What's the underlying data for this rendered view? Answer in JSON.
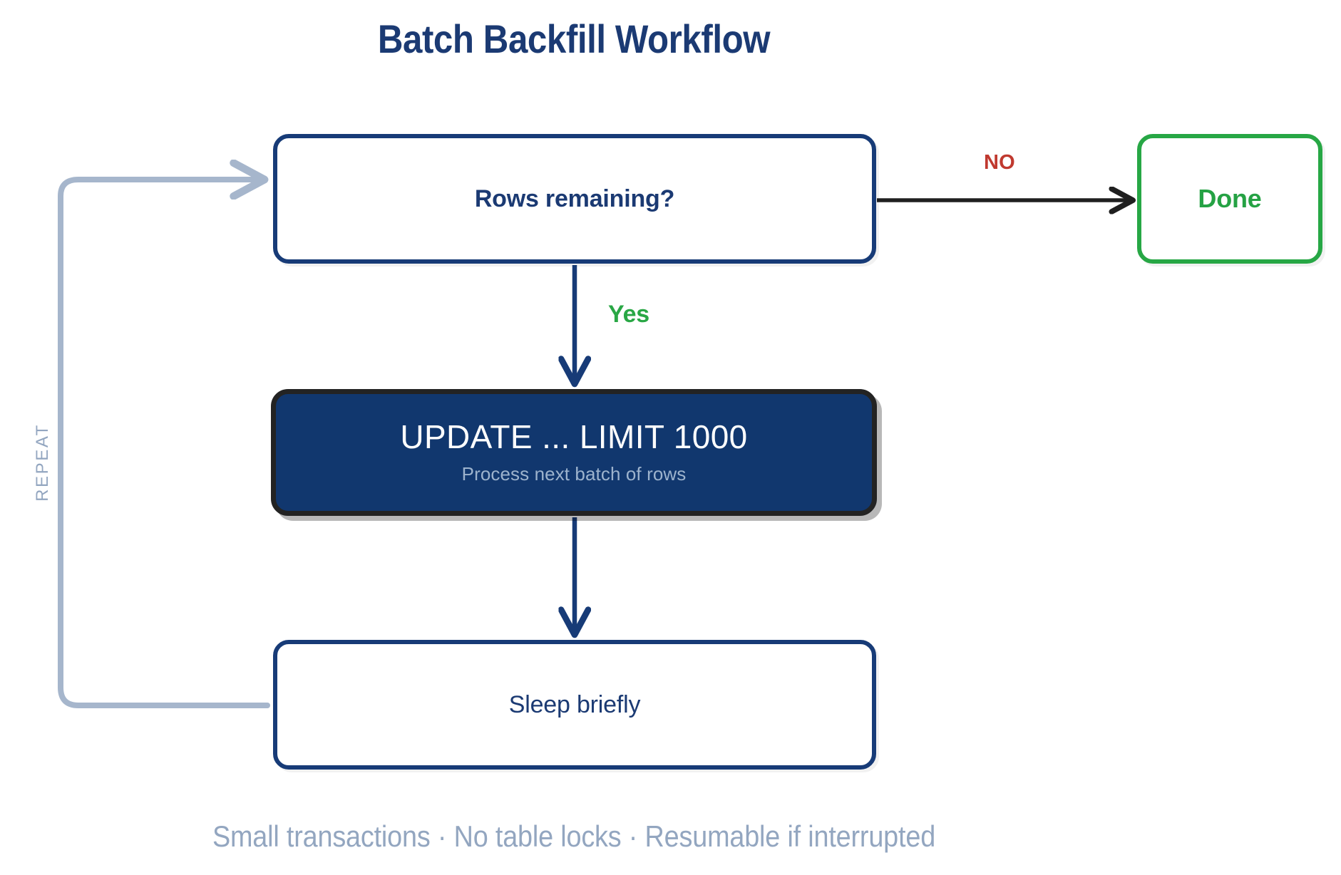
{
  "diagram": {
    "title": "Batch Backfill Workflow",
    "caption": "Small transactions · No table locks · Resumable if interrupted",
    "nodes": [
      {
        "id": "decision",
        "label": "Rows remaining?",
        "kind": "decision",
        "fill": "#ffffff",
        "border": "#173b77",
        "text_color": "#1b3a73"
      },
      {
        "id": "done",
        "label": "Done",
        "kind": "terminal",
        "fill": "#ffffff",
        "border": "#27a745",
        "text_color": "#25a244"
      },
      {
        "id": "update",
        "label": "UPDATE ... LIMIT 1000",
        "sublabel": "Process next batch of rows",
        "kind": "process-highlight",
        "fill": "#11376e",
        "border": "#232323",
        "text_color": "#ffffff",
        "sub_text_color": "#9db3cd"
      },
      {
        "id": "sleep",
        "label": "Sleep briefly",
        "kind": "process",
        "fill": "#ffffff",
        "border": "#173b77",
        "text_color": "#1b3a73"
      }
    ],
    "edges": [
      {
        "id": "decision-to-done",
        "from": "decision",
        "to": "done",
        "label": "NO",
        "label_color": "#c0392f",
        "stroke": "#1f1f1f"
      },
      {
        "id": "decision-to-update",
        "from": "decision",
        "to": "update",
        "label": "Yes",
        "label_color": "#29a745",
        "stroke": "#173b77"
      },
      {
        "id": "update-to-sleep",
        "from": "update",
        "to": "sleep",
        "label": "",
        "stroke": "#173b77"
      },
      {
        "id": "sleep-to-decision",
        "from": "sleep",
        "to": "decision",
        "label": "REPEAT",
        "label_color": "#93a6c0",
        "stroke": "#a6b6cc"
      }
    ]
  }
}
